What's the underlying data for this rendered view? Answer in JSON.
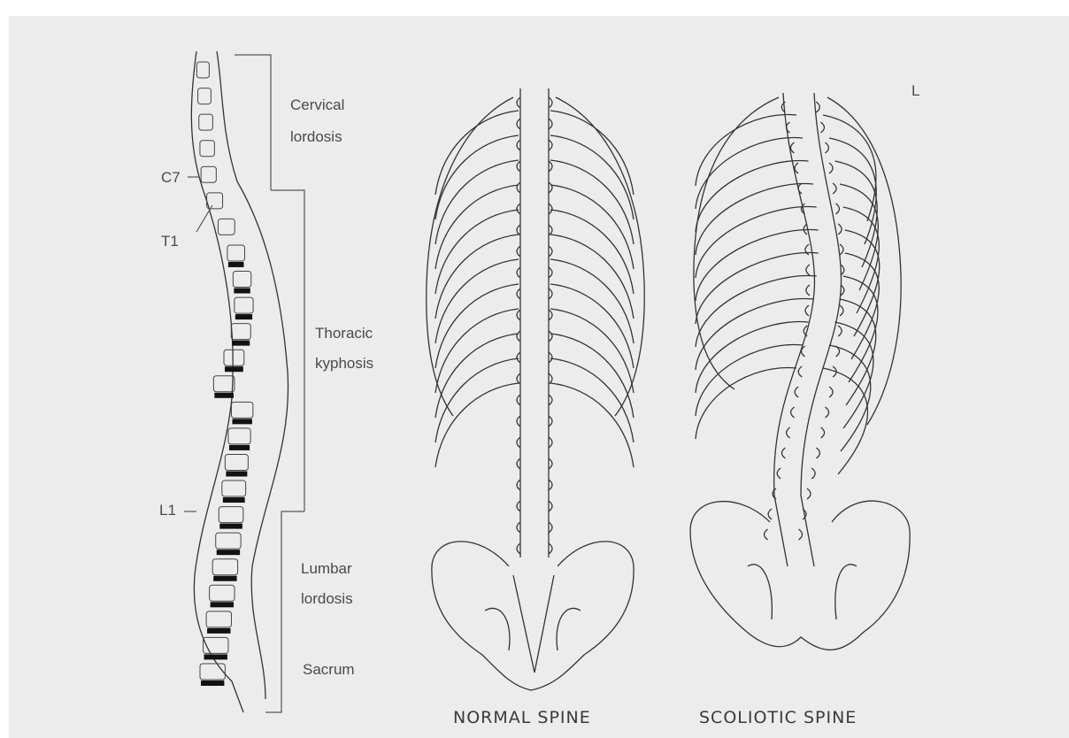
{
  "labels": {
    "cervical_line1": "Cervical",
    "cervical_line2": "lordosis",
    "thoracic_line1": "Thoracic",
    "thoracic_line2": "kyphosis",
    "lumbar_line1": "Lumbar",
    "lumbar_line2": "lordosis",
    "sacrum": "Sacrum",
    "c7": "C7",
    "t1": "T1",
    "l1": "L1",
    "corner_mark": "L"
  },
  "captions": {
    "normal": "NORMAL SPINE",
    "scoliotic": "SCOLIOTIC SPINE"
  },
  "colors": {
    "panel": "#ececec",
    "line": "#333333",
    "disc": "#111111"
  }
}
